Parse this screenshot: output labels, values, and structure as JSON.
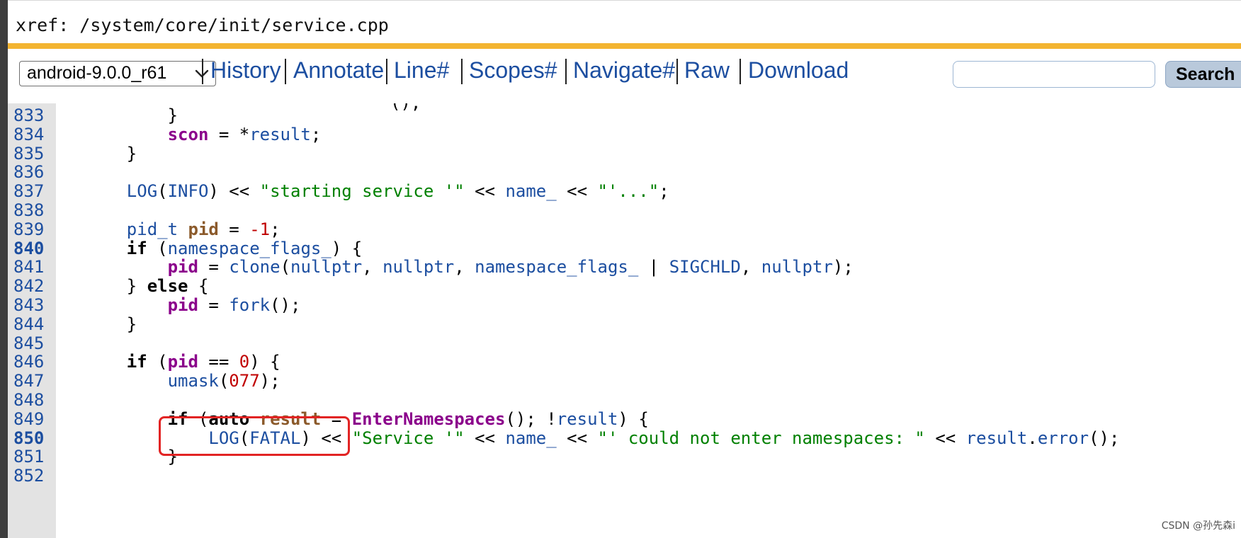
{
  "page": {
    "title": "xref: /system/core/init/service.cpp"
  },
  "colors": {
    "accent": "#f3b431",
    "link": "#1c4ea0",
    "keyword": "#000000",
    "variable": "#8b008b",
    "type_local": "#8b5a2b",
    "string": "#008000",
    "number": "#c00000",
    "macro": "#1c4ea0",
    "highlight_box": "#e22424"
  },
  "toolbar": {
    "version_selected": "android-9.0.0_r61",
    "links": [
      "History",
      "Annotate",
      "Line#",
      "Scopes#",
      "Navigate#",
      "Raw",
      "Download"
    ],
    "search_placeholder": "",
    "search_label": "Search"
  },
  "code": {
    "partial_top": "();",
    "lines": [
      {
        "num": "833",
        "bold": false,
        "tokens": [
          {
            "t": "        }",
            "c": "plain"
          }
        ]
      },
      {
        "num": "834",
        "bold": false,
        "tokens": [
          {
            "t": "        ",
            "c": "plain"
          },
          {
            "t": "scon",
            "c": "var"
          },
          {
            "t": " = *",
            "c": "plain"
          },
          {
            "t": "result",
            "c": "id"
          },
          {
            "t": ";",
            "c": "plain"
          }
        ]
      },
      {
        "num": "835",
        "bold": false,
        "tokens": [
          {
            "t": "    }",
            "c": "plain"
          }
        ]
      },
      {
        "num": "836",
        "bold": false,
        "tokens": []
      },
      {
        "num": "837",
        "bold": false,
        "tokens": [
          {
            "t": "    ",
            "c": "plain"
          },
          {
            "t": "LOG",
            "c": "id"
          },
          {
            "t": "(",
            "c": "plain"
          },
          {
            "t": "INFO",
            "c": "id"
          },
          {
            "t": ") << ",
            "c": "plain"
          },
          {
            "t": "\"starting service '\"",
            "c": "str"
          },
          {
            "t": " << ",
            "c": "plain"
          },
          {
            "t": "name_",
            "c": "id"
          },
          {
            "t": " << ",
            "c": "plain"
          },
          {
            "t": "\"'...\"",
            "c": "str"
          },
          {
            "t": ";",
            "c": "plain"
          }
        ]
      },
      {
        "num": "838",
        "bold": false,
        "tokens": []
      },
      {
        "num": "839",
        "bold": false,
        "tokens": [
          {
            "t": "    ",
            "c": "plain"
          },
          {
            "t": "pid_t",
            "c": "id"
          },
          {
            "t": " ",
            "c": "plain"
          },
          {
            "t": "pid",
            "c": "local"
          },
          {
            "t": " = ",
            "c": "plain"
          },
          {
            "t": "-1",
            "c": "num"
          },
          {
            "t": ";",
            "c": "plain"
          }
        ]
      },
      {
        "num": "840",
        "bold": true,
        "tokens": [
          {
            "t": "    ",
            "c": "plain"
          },
          {
            "t": "if",
            "c": "kw"
          },
          {
            "t": " (",
            "c": "plain"
          },
          {
            "t": "namespace_flags_",
            "c": "id"
          },
          {
            "t": ") {",
            "c": "plain"
          }
        ]
      },
      {
        "num": "841",
        "bold": false,
        "tokens": [
          {
            "t": "        ",
            "c": "plain"
          },
          {
            "t": "pid",
            "c": "var"
          },
          {
            "t": " = ",
            "c": "plain"
          },
          {
            "t": "clone",
            "c": "id"
          },
          {
            "t": "(",
            "c": "plain"
          },
          {
            "t": "nullptr",
            "c": "id"
          },
          {
            "t": ", ",
            "c": "plain"
          },
          {
            "t": "nullptr",
            "c": "id"
          },
          {
            "t": ", ",
            "c": "plain"
          },
          {
            "t": "namespace_flags_",
            "c": "id"
          },
          {
            "t": " | ",
            "c": "plain"
          },
          {
            "t": "SIGCHLD",
            "c": "id"
          },
          {
            "t": ", ",
            "c": "plain"
          },
          {
            "t": "nullptr",
            "c": "id"
          },
          {
            "t": ");",
            "c": "plain"
          }
        ]
      },
      {
        "num": "842",
        "bold": false,
        "tokens": [
          {
            "t": "    } ",
            "c": "plain"
          },
          {
            "t": "else",
            "c": "kw"
          },
          {
            "t": " {",
            "c": "plain"
          }
        ]
      },
      {
        "num": "843",
        "bold": false,
        "tokens": [
          {
            "t": "        ",
            "c": "plain"
          },
          {
            "t": "pid",
            "c": "var"
          },
          {
            "t": " = ",
            "c": "plain"
          },
          {
            "t": "fork",
            "c": "id"
          },
          {
            "t": "();",
            "c": "plain"
          }
        ]
      },
      {
        "num": "844",
        "bold": false,
        "tokens": [
          {
            "t": "    }",
            "c": "plain"
          }
        ]
      },
      {
        "num": "845",
        "bold": false,
        "tokens": []
      },
      {
        "num": "846",
        "bold": false,
        "tokens": [
          {
            "t": "    ",
            "c": "plain"
          },
          {
            "t": "if",
            "c": "kw"
          },
          {
            "t": " (",
            "c": "plain"
          },
          {
            "t": "pid",
            "c": "var"
          },
          {
            "t": " == ",
            "c": "plain"
          },
          {
            "t": "0",
            "c": "num"
          },
          {
            "t": ") {",
            "c": "plain"
          }
        ]
      },
      {
        "num": "847",
        "bold": false,
        "tokens": [
          {
            "t": "        ",
            "c": "plain"
          },
          {
            "t": "umask",
            "c": "id"
          },
          {
            "t": "(",
            "c": "plain"
          },
          {
            "t": "077",
            "c": "num"
          },
          {
            "t": ");",
            "c": "plain"
          }
        ]
      },
      {
        "num": "848",
        "bold": false,
        "tokens": []
      },
      {
        "num": "849",
        "bold": false,
        "tokens": [
          {
            "t": "        ",
            "c": "plain"
          },
          {
            "t": "if",
            "c": "kw"
          },
          {
            "t": " (",
            "c": "plain"
          },
          {
            "t": "auto",
            "c": "kw"
          },
          {
            "t": " ",
            "c": "plain"
          },
          {
            "t": "result",
            "c": "local"
          },
          {
            "t": " = ",
            "c": "plain"
          },
          {
            "t": "EnterNamespaces",
            "c": "var"
          },
          {
            "t": "(); !",
            "c": "plain"
          },
          {
            "t": "result",
            "c": "id"
          },
          {
            "t": ") {",
            "c": "plain"
          }
        ]
      },
      {
        "num": "850",
        "bold": true,
        "tokens": [
          {
            "t": "            ",
            "c": "plain"
          },
          {
            "t": "LOG",
            "c": "id"
          },
          {
            "t": "(",
            "c": "plain"
          },
          {
            "t": "FATAL",
            "c": "id"
          },
          {
            "t": ") << ",
            "c": "plain"
          },
          {
            "t": "\"Service '\"",
            "c": "str"
          },
          {
            "t": " << ",
            "c": "plain"
          },
          {
            "t": "name_",
            "c": "id"
          },
          {
            "t": " << ",
            "c": "plain"
          },
          {
            "t": "\"' could not enter namespaces: \"",
            "c": "str"
          },
          {
            "t": " << ",
            "c": "plain"
          },
          {
            "t": "result",
            "c": "id"
          },
          {
            "t": ".",
            "c": "plain"
          },
          {
            "t": "error",
            "c": "id"
          },
          {
            "t": "();",
            "c": "plain"
          }
        ]
      },
      {
        "num": "851",
        "bold": false,
        "tokens": [
          {
            "t": "        }",
            "c": "plain"
          }
        ]
      },
      {
        "num": "852",
        "bold": false,
        "tokens": []
      }
    ]
  },
  "watermark": "CSDN @孙先森i"
}
